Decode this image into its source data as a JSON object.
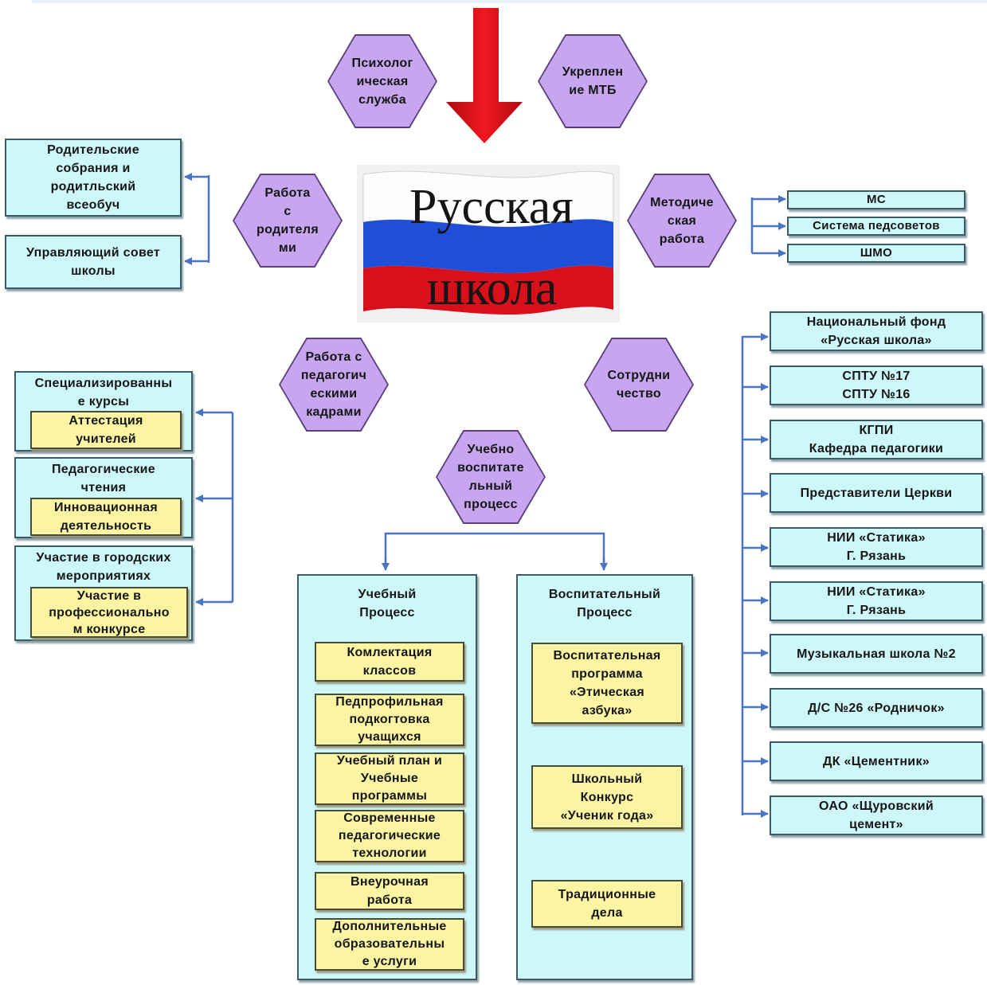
{
  "center_logo": {
    "line1": "Русская",
    "line2": "школа"
  },
  "hexagons": {
    "psych": "Психолог\nическая\nслужба",
    "mtb": "Укреплен\nие МТБ",
    "parents": "Работа\nс\nродителя\nми",
    "method": "Методиче\nская\nработа",
    "pedagog": "Работа с\nпедагогич\nескими\nкадрами",
    "coop": "Сотрудни\nчество",
    "uvp": "Учебно\nвоспитате\nльный\nпроцесс"
  },
  "parents_boxes": [
    "Родительские\nсобрания и\nродитльский\nвсеобуч",
    "Управляющий совет\nшколы"
  ],
  "method_boxes": [
    "МС",
    "Система педсоветов",
    "ШМО"
  ],
  "pedagog_groups": [
    {
      "title": "Специализированны\nе курсы",
      "inner": "Аттестация\nучителей"
    },
    {
      "title": "Педагогические\nчтения",
      "inner": "Инновационная\nдеятельность"
    },
    {
      "title": "Участие в городских\nмероприятиях",
      "inner": "Участие в\nпрофессионально\nм конкурсе"
    }
  ],
  "partners": [
    "Национальный фонд\n«Русская школа»",
    "СПТУ №17\nСПТУ №16",
    "КГПИ\nКафедра педагогики",
    "Представители Церкви",
    "НИИ «Статика»\nГ. Рязань",
    "НИИ «Статика»\nГ. Рязань",
    "Музыкальная школа №2",
    "Д/С №26 «Родничок»",
    "ДК «Цементник»",
    "ОАО «Щуровский\nцемент»"
  ],
  "study": {
    "title": "Учебный\nПроцесс",
    "items": [
      "Комлектация\nклассов",
      "Педпрофильная\nподкогтовка\nучащихся",
      "Учебный план и\nУчебные\nпрограммы",
      "Современные\nпедагогические\nтехнологии",
      "Внеурочная\nработа",
      "Дополнительные\nобразовательны\nе услуги"
    ]
  },
  "upbringing": {
    "title": "Воспитательный\nПроцесс",
    "items": [
      "Воспитательная\nпрограмма\n«Этическая\nазбука»",
      "Школьный\nКонкурс\n«Ученик года»",
      "Традиционные\nдела"
    ]
  },
  "colors": {
    "hexagon_fill": "#c5a6ef",
    "cyan_box": "#cdf7f9",
    "yellow_box": "#fbf4a2",
    "connector": "#4a74c4",
    "big_arrow": "#e3111a"
  }
}
